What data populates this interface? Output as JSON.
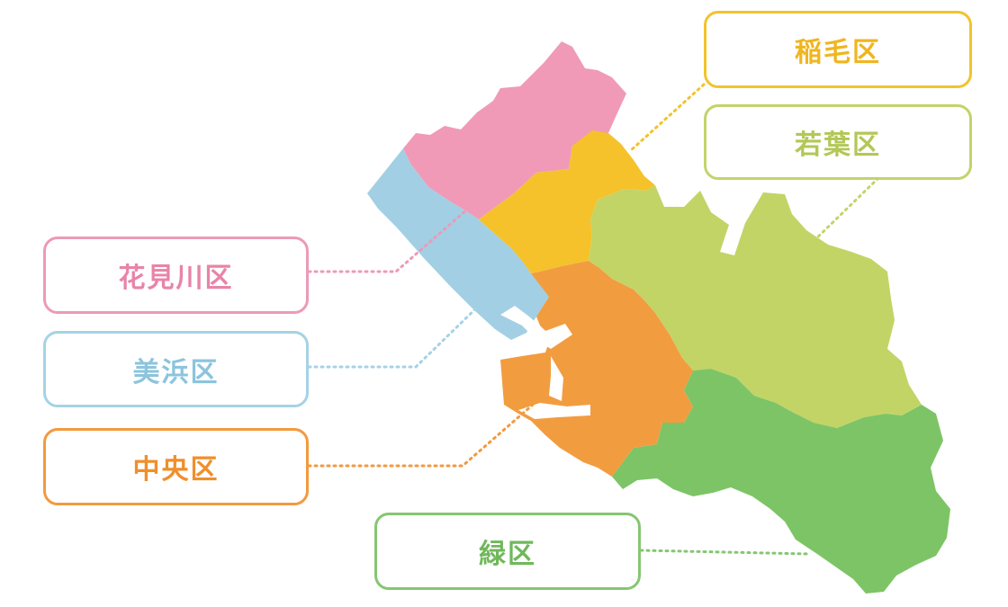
{
  "wards": {
    "inage": {
      "label": "稲毛区",
      "color": "#f5c22b"
    },
    "wakaba": {
      "label": "若葉区",
      "color": "#c3d466"
    },
    "hanamigawa": {
      "label": "花見川区",
      "color": "#f09ab8"
    },
    "mihama": {
      "label": "美浜区",
      "color": "#a2cfe3"
    },
    "chuo": {
      "label": "中央区",
      "color": "#f29c40"
    },
    "midori": {
      "label": "緑区",
      "color": "#7dc466"
    }
  }
}
